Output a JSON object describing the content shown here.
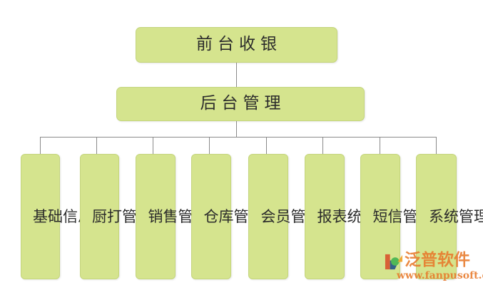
{
  "diagram": {
    "type": "org-chart",
    "background_color": "#ffffff",
    "node_fill_color": "#d5e48e",
    "node_border_color": "#c4d57c",
    "connector_color": "#8a8a8a",
    "text_color": "#2b2b2b",
    "root": {
      "label": "前台收银"
    },
    "second": {
      "label": "后台管理"
    },
    "leaves": [
      {
        "label": "基础信息"
      },
      {
        "label": "厨打管理"
      },
      {
        "label": "销售管理"
      },
      {
        "label": "仓库管理"
      },
      {
        "label": "会员管理"
      },
      {
        "label": "报表统计"
      },
      {
        "label": "短信管理"
      },
      {
        "label": "系统管理"
      }
    ]
  },
  "watermark": {
    "brand": "泛普软件",
    "url": "www.fanpusoft.com",
    "color": "#e8792a"
  }
}
